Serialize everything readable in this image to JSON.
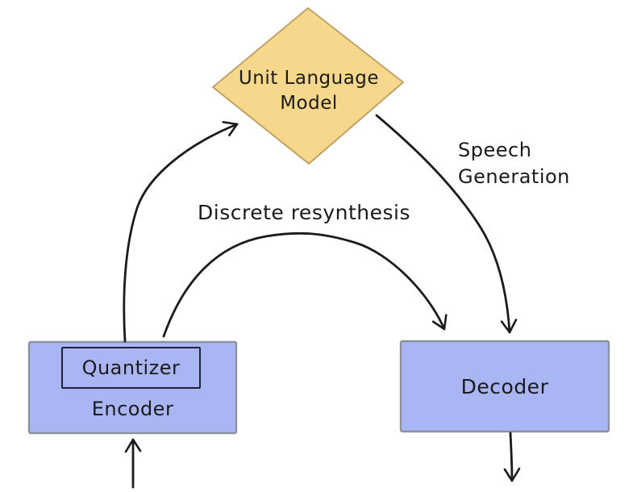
{
  "canvas": {
    "background": "#ffffff",
    "ink": "#1b1b1b"
  },
  "nodes": {
    "unit_language_model": {
      "label": "Unit Language\nModel",
      "fill": "#f6d78c",
      "stroke": "#bfa266"
    },
    "encoder": {
      "label": "Encoder",
      "fill": "#a9b6f3",
      "stroke": "#8d939e"
    },
    "quantizer": {
      "label": "Quantizer",
      "stroke": "#23233a"
    },
    "decoder": {
      "label": "Decoder",
      "fill": "#a9b6f3",
      "stroke": "#8d939e"
    }
  },
  "edges": {
    "speech_generation": {
      "label": "Speech Generation"
    },
    "discrete_resynthesis": {
      "label": "Discrete resynthesis"
    }
  }
}
